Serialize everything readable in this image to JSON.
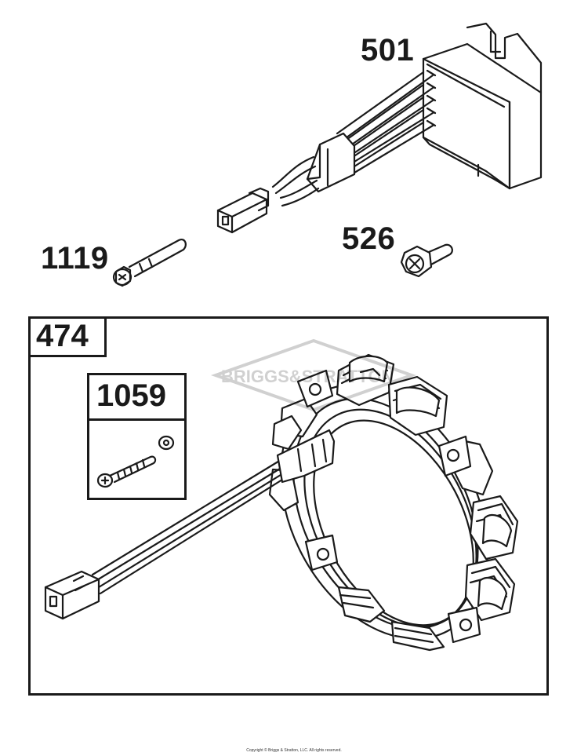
{
  "parts": {
    "regulator": "501",
    "screw_526": "526",
    "screw_1119": "1119",
    "alternator_kit": "474",
    "screw_kit": "1059"
  },
  "watermark": "BRIGGS&STRATTON",
  "footer": {
    "copyright": "Copyright © Briggs & Stratton, LLC. All rights reserved."
  }
}
